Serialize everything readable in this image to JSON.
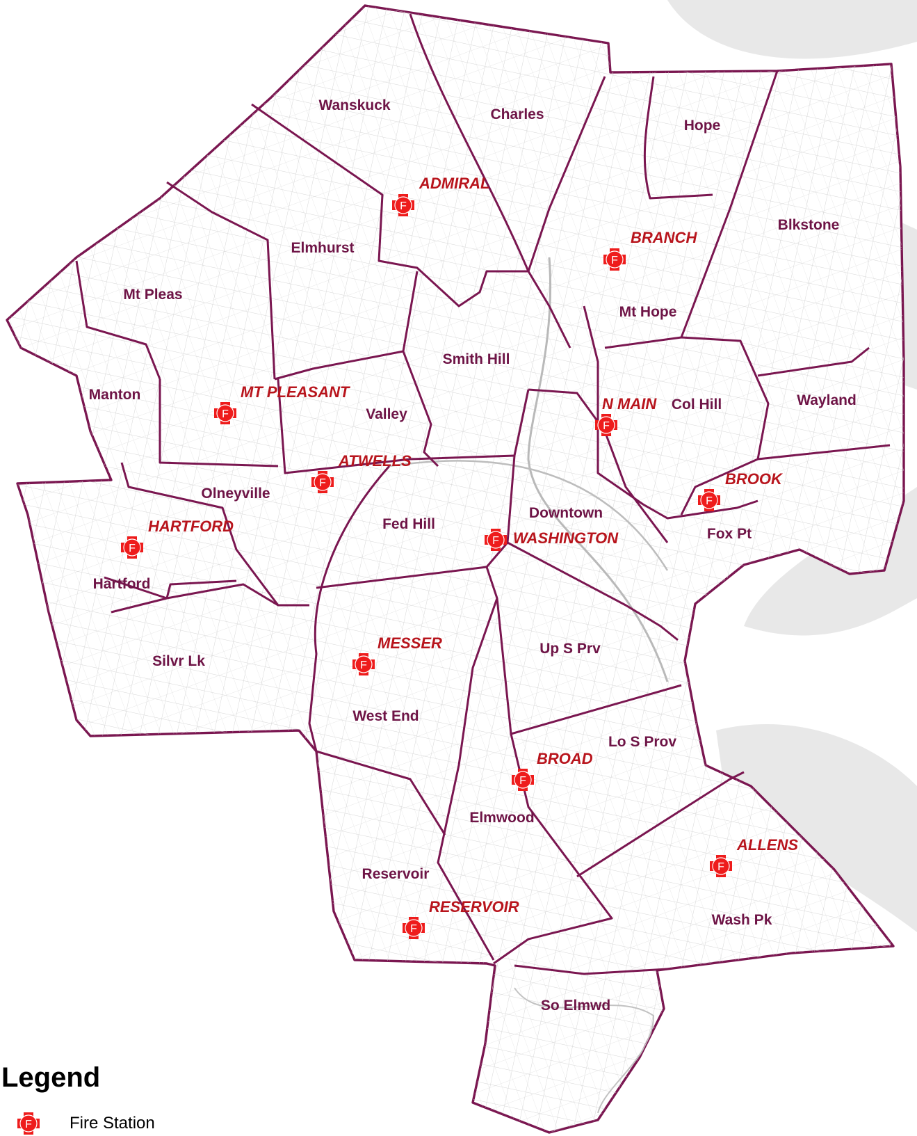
{
  "neighborhoods": {
    "wanskuck": "Wanskuck",
    "charles": "Charles",
    "hope": "Hope",
    "blkstone": "Blkstone",
    "elmhurst": "Elmhurst",
    "mt_pleas": "Mt Pleas",
    "mt_hope": "Mt Hope",
    "smith_hill": "Smith Hill",
    "manton": "Manton",
    "valley": "Valley",
    "col_hill": "Col Hill",
    "wayland": "Wayland",
    "olneyville": "Olneyville",
    "fed_hill": "Fed Hill",
    "downtown": "Downtown",
    "fox_pt": "Fox Pt",
    "hartford": "Hartford",
    "silvr_lk": "Silvr Lk",
    "up_s_prv": "Up S Prv",
    "west_end": "West End",
    "lo_s_prov": "Lo S Prov",
    "elmwood": "Elmwood",
    "reservoir": "Reservoir",
    "wash_pk": "Wash Pk",
    "so_elmwd": "So Elmwd"
  },
  "stations": {
    "admiral": "ADMIRAL",
    "branch": "BRANCH",
    "mt_pleasant": "MT PLEASANT",
    "n_main": "N MAIN",
    "atwells": "ATWELLS",
    "brook": "BROOK",
    "hartford": "HARTFORD",
    "washington": "WASHINGTON",
    "messer": "MESSER",
    "broad": "BROAD",
    "allens": "ALLENS",
    "reservoir": "RESERVOIR"
  },
  "station_marker_letter": "F",
  "legend": {
    "title": "Legend",
    "fire_station": "Fire Station"
  },
  "colors": {
    "boundary": "#7a1650",
    "neighborhood_label": "#6e1446",
    "station_label": "#b8141c",
    "station_marker": "#ee1c1c",
    "street": "#c8c8c8",
    "watermark": "#e6e6e6"
  }
}
